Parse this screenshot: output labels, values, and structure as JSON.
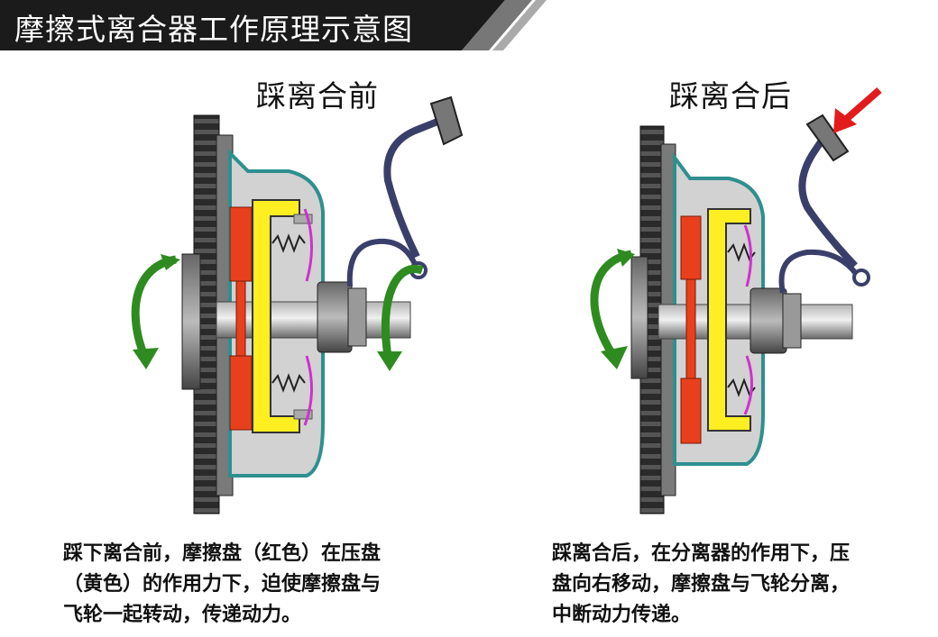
{
  "header": {
    "title": "摩擦式离合器工作原理示意图"
  },
  "panels": [
    {
      "title": "踩离合前",
      "caption_lines": [
        "踩下离合前，摩擦盘（红色）在压盘",
        "（黄色）的作用力下，迫使摩擦盘与",
        "飞轮一起转动，传递动力。"
      ]
    },
    {
      "title": "踩离合后",
      "caption_lines": [
        "踩离合后，在分离器的作用下，压",
        "盘向右移动，摩擦盘与飞轮分离，",
        "中断动力传递。"
      ]
    }
  ],
  "colors": {
    "friction_disc": "#e8401c",
    "pressure_plate": "#ffee22",
    "housing": "#2f8f8f",
    "flywheel": "#3c3c3c",
    "arrow_green": "#2e8b1f",
    "arrow_red": "#e21c1c",
    "spring_pink": "#cc33cc"
  }
}
